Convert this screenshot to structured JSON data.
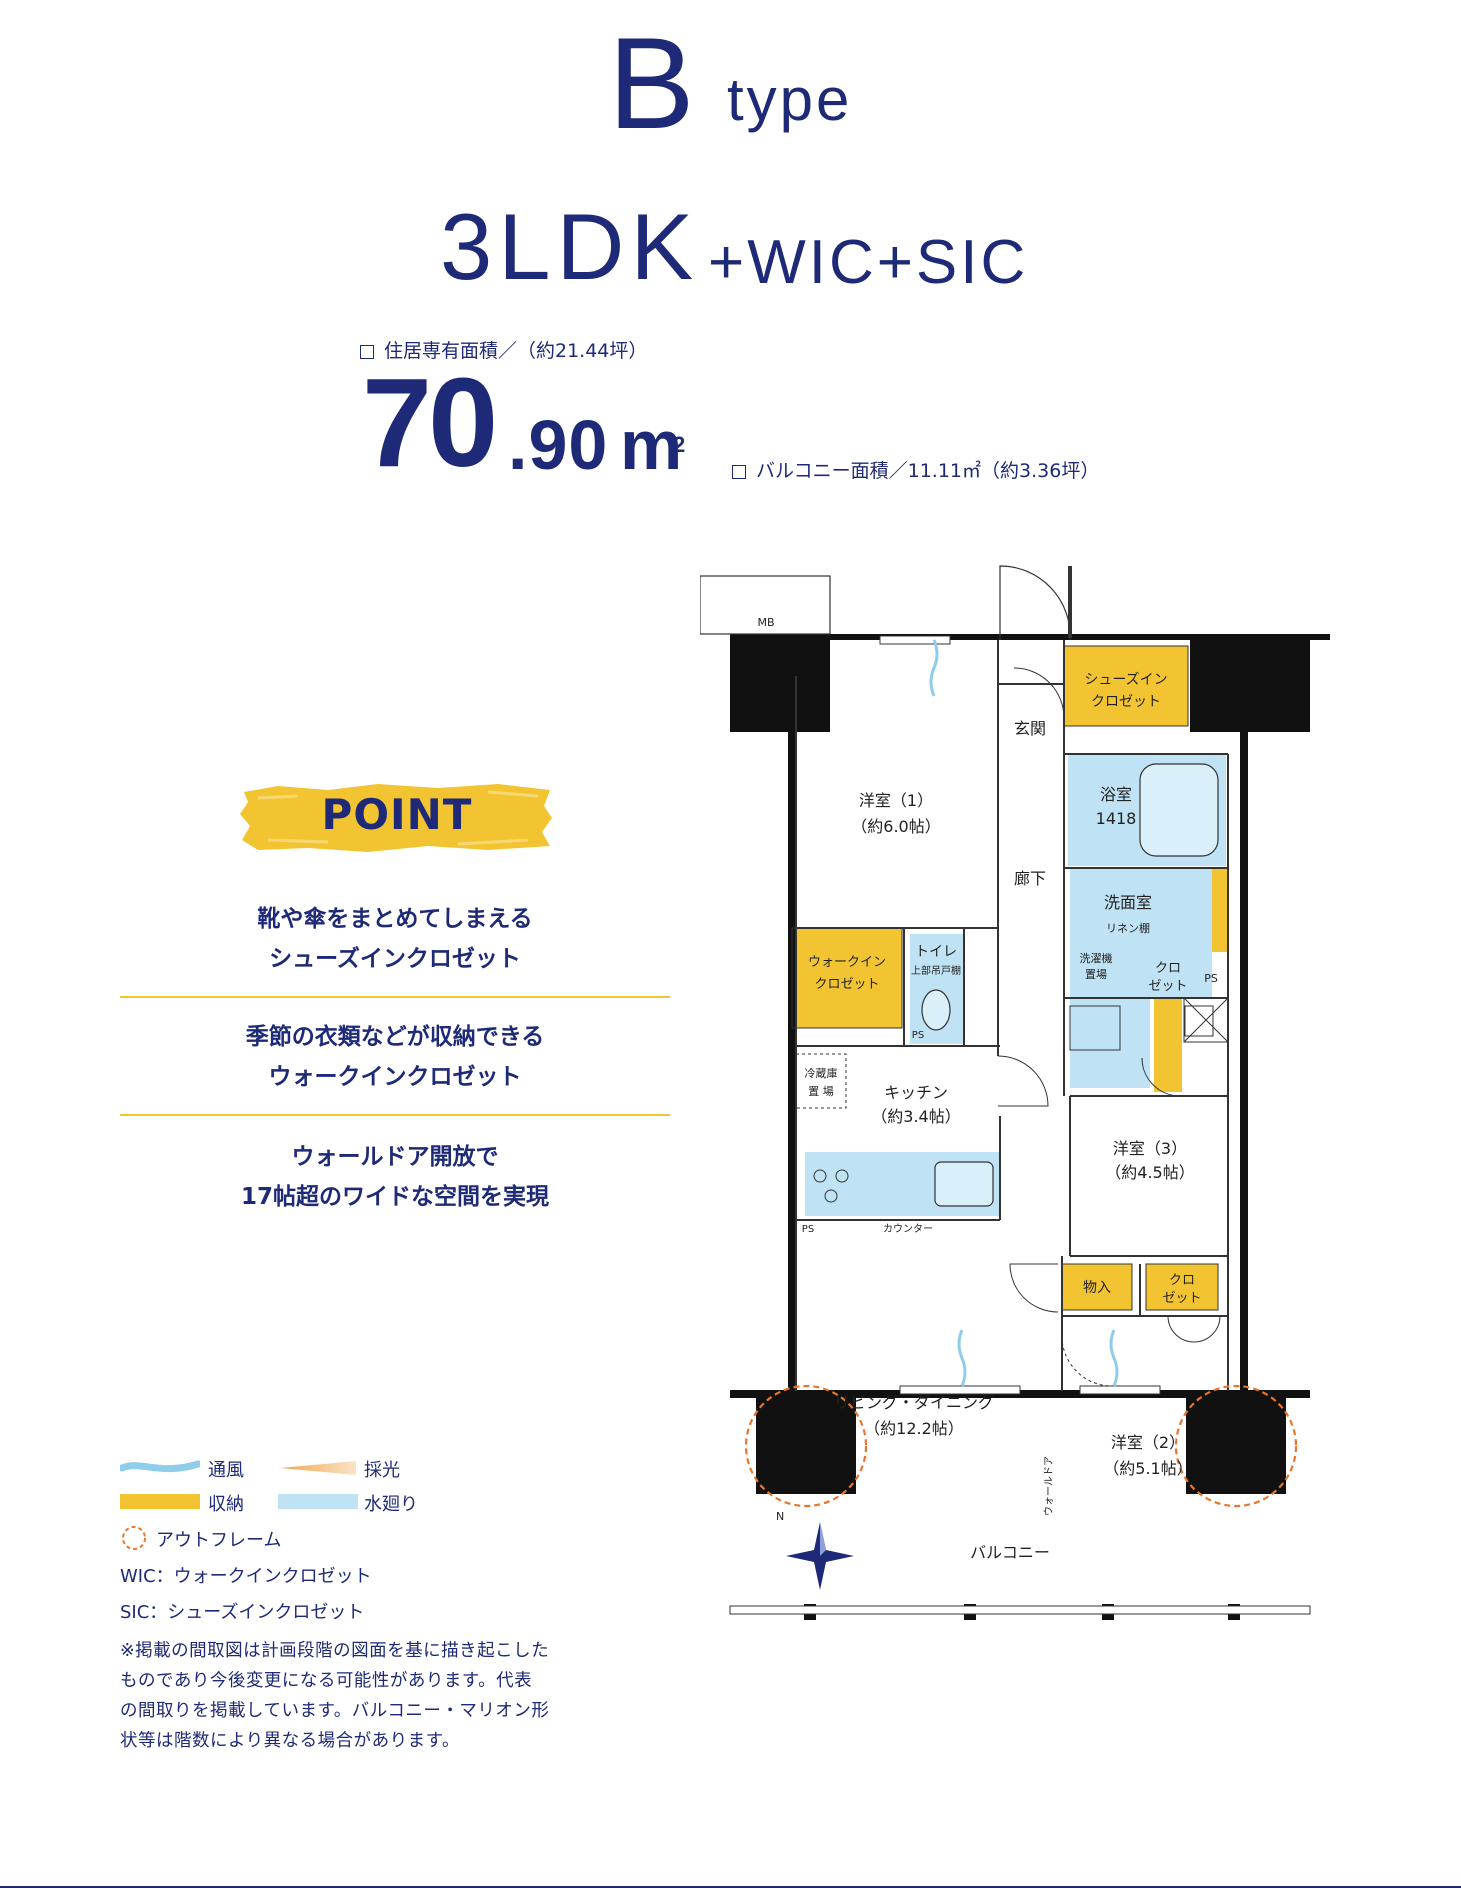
{
  "header": {
    "type_letter": "B",
    "type_word": "type",
    "plan_main": "3LDK",
    "plan_extra": "+WIC+SIC"
  },
  "area": {
    "label": "住居専有面積／（約21.44坪）",
    "value_int": "70",
    "value_dec": ".90",
    "unit": "m",
    "unit_sup": "2",
    "balcony_label": "バルコニー面積／11.11㎡（約3.36坪）"
  },
  "point": {
    "badge": "POINT",
    "items": [
      {
        "line1": "靴や傘をまとめてしまえる",
        "line2": "シューズインクロゼット"
      },
      {
        "line1": "季節の衣類などが収納できる",
        "line2": "ウォークインクロゼット"
      },
      {
        "line1": "ウォールドア開放で",
        "line2": "17帖超のワイドな空間を実現"
      }
    ]
  },
  "legend": {
    "ventilation": "通風",
    "daylight": "採光",
    "storage": "収納",
    "water": "水廻り",
    "outframe": "アウトフレーム",
    "wic": "WIC：ウォークインクロゼット",
    "sic": "SIC：シューズインクロゼット"
  },
  "note": "※掲載の間取図は計画段階の図面を基に描き起こしたものであり今後変更になる可能性があります。代表の間取りを掲載しています。バルコニー・マリオン形状等は階数により異なる場合があります。",
  "floorplan": {
    "mb": "MB",
    "sic_line1": "シューズイン",
    "sic_line2": "クロゼット",
    "entrance": "玄関",
    "room1_name": "洋室（1）",
    "room1_size": "（約6.0帖）",
    "bath": "浴室",
    "bath_size": "1418",
    "corridor": "廊下",
    "washroom": "洗面室",
    "linen": "リネン棚",
    "washer_line1": "洗濯機",
    "washer_line2": "置場",
    "closet_a_line1": "クロ",
    "closet_a_line2": "ゼット",
    "ps": "PS",
    "wic_line1": "ウォークイン",
    "wic_line2": "クロゼット",
    "toilet": "トイレ",
    "toilet_shelf": "上部吊戸棚",
    "fridge_line1": "冷蔵庫",
    "fridge_line2": "置 場",
    "kitchen_name": "キッチン",
    "kitchen_size": "（約3.4帖）",
    "room3_name": "洋室（3）",
    "room3_size": "（約4.5帖）",
    "counter": "カウンター",
    "storage": "物入",
    "closet_b_line1": "クロ",
    "closet_b_line2": "ゼット",
    "ld_name": "リビング・ダイニング",
    "ld_size": "（約12.2帖）",
    "wall_door": "ウォールドア",
    "room2_name": "洋室（2）",
    "room2_size": "（約5.1帖）",
    "balcony": "バルコニー",
    "north": "N"
  },
  "colors": {
    "navy": "#1e2a78",
    "storage_yellow": "#f3c431",
    "water_blue": "#bfe3f4",
    "outframe_orange": "#e8762c"
  }
}
